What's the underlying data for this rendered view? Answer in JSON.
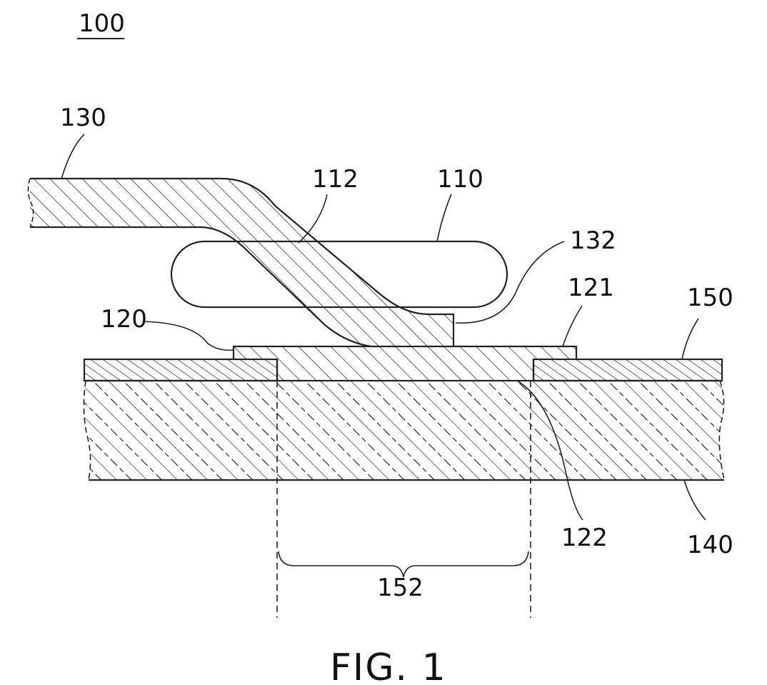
{
  "figure": {
    "caption": "FIG. 1",
    "reference": "100"
  },
  "labels": {
    "l130": "130",
    "l112": "112",
    "l110": "110",
    "l132": "132",
    "l121": "121",
    "l120": "120",
    "l150": "150",
    "l122": "122",
    "l140": "140",
    "l152": "152"
  },
  "colors": {
    "ink": "#222222",
    "background": "#ffffff"
  }
}
